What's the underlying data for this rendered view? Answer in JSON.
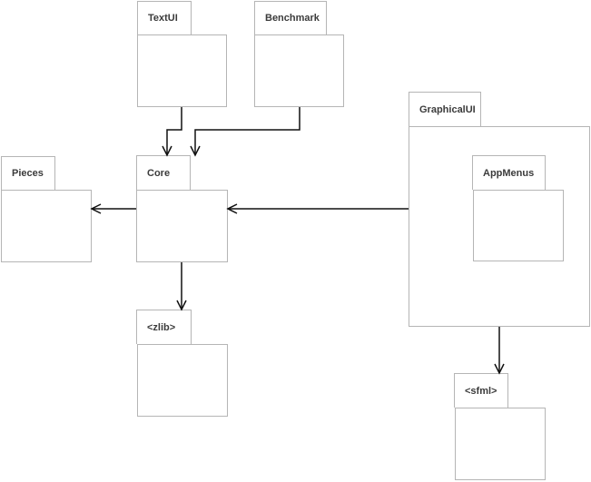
{
  "packages": {
    "textui": {
      "label": "TextUI"
    },
    "benchmark": {
      "label": "Benchmark"
    },
    "pieces": {
      "label": "Pieces"
    },
    "core": {
      "label": "Core"
    },
    "graphicalui": {
      "label": "GraphicalUI"
    },
    "appmenus": {
      "label": "AppMenus",
      "parent": "GraphicalUI"
    },
    "zlib": {
      "label": "<zlib>"
    },
    "sfml": {
      "label": "<sfml>"
    }
  },
  "dependencies": [
    {
      "from": "TextUI",
      "to": "Core"
    },
    {
      "from": "Benchmark",
      "to": "Core"
    },
    {
      "from": "Core",
      "to": "Pieces"
    },
    {
      "from": "GraphicalUI",
      "to": "Core"
    },
    {
      "from": "Core",
      "to": "<zlib>"
    },
    {
      "from": "GraphicalUI",
      "to": "<sfml>"
    }
  ],
  "colors": {
    "background": "#ffffff",
    "package_border": "#b5b5b5",
    "label_text": "#3b3b3b",
    "arrow": "#111111"
  }
}
